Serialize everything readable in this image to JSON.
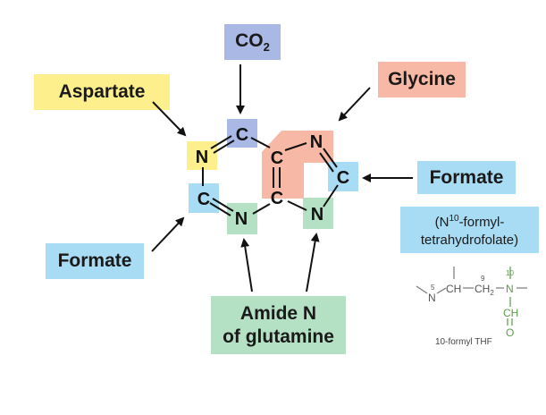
{
  "sources": {
    "aspartate": "Aspartate",
    "co2": "CO",
    "co2_sub": "2",
    "glycine": "Glycine",
    "formate_right": "Formate",
    "formate_left": "Formate",
    "amide_line1": "Amide N",
    "amide_line2": "of glutamine",
    "thf_line1_pre": "(N",
    "thf_line1_sup": "10",
    "thf_line1_post": "-formyl-",
    "thf_line2": "tetrahydrofolate)"
  },
  "ring_atoms": {
    "n1": "N",
    "c2": "C",
    "n3": "N",
    "c4": "C",
    "c5": "C",
    "c6": "C",
    "n7": "N",
    "c8": "C",
    "n9": "N"
  },
  "thf_structure": {
    "n5_num": "5",
    "n5": "N",
    "ch": "CH",
    "c9_num": "9",
    "ch2": "CH",
    "ch2_sub": "2",
    "n10_num": "10",
    "n10": "N",
    "cho_c": "CH",
    "cho_o": "O",
    "caption": "10-formyl THF"
  },
  "colors": {
    "aspartate": "#fdf08c",
    "co2": "#aab8e6",
    "glycine": "#f8b8a6",
    "formate": "#a8dcf4",
    "glutamine": "#b4e0c4",
    "thf_green": "#5a9a4a"
  }
}
